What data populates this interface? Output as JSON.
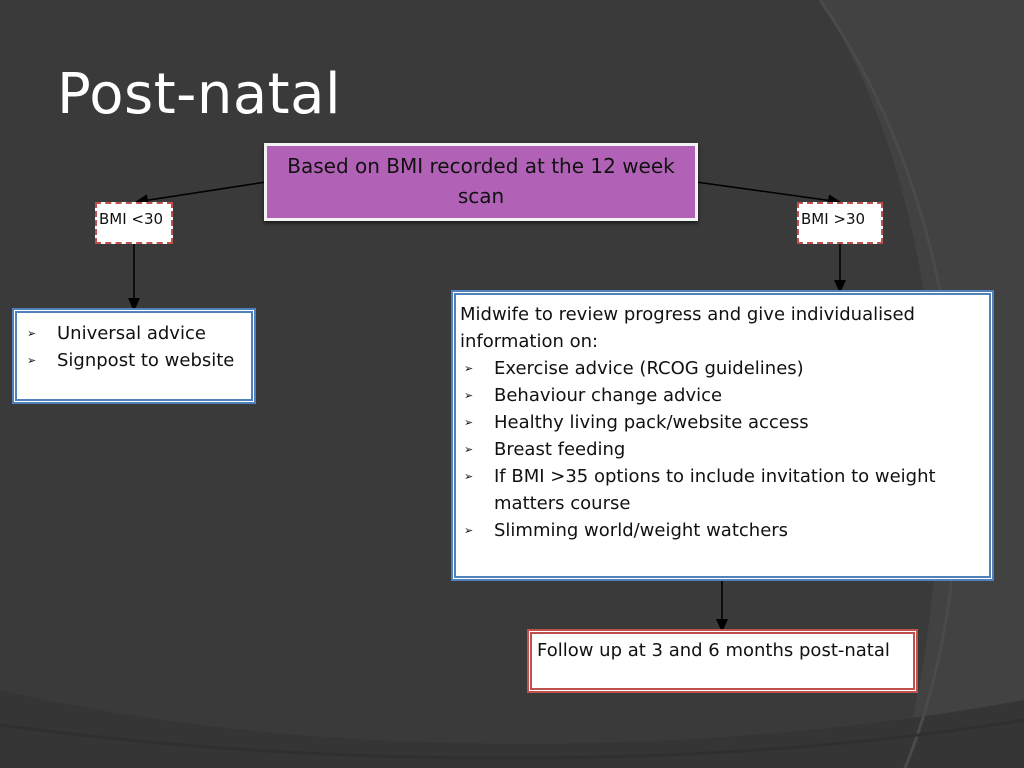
{
  "slide": {
    "title": "Post-natal"
  },
  "diagram": {
    "root": {
      "label": "Based on BMI recorded at the 12 week scan"
    },
    "branch_left": {
      "label": "BMI <30",
      "items": [
        "Universal advice",
        "Signpost to website"
      ]
    },
    "branch_right": {
      "label": "BMI >30",
      "intro": "Midwife to review progress and give individualised information on:",
      "items": [
        "Exercise advice (RCOG guidelines)",
        "Behaviour change advice",
        "Healthy living pack/website access",
        "Breast feeding",
        "If BMI >35 options to include invitation to weight matters course",
        "Slimming world/weight watchers"
      ]
    },
    "followup": {
      "label": "Follow up at 3 and 6 months post-natal"
    }
  },
  "icons": {
    "bullet": "arrow-bullet-icon",
    "bullet_glyph": "➢"
  },
  "colors": {
    "background": "#3a3a3a",
    "root_fill": "#b162b6",
    "branch_border": "#4f81bd",
    "followup_border": "#c0504d",
    "tag_dash": "#c0504d"
  }
}
